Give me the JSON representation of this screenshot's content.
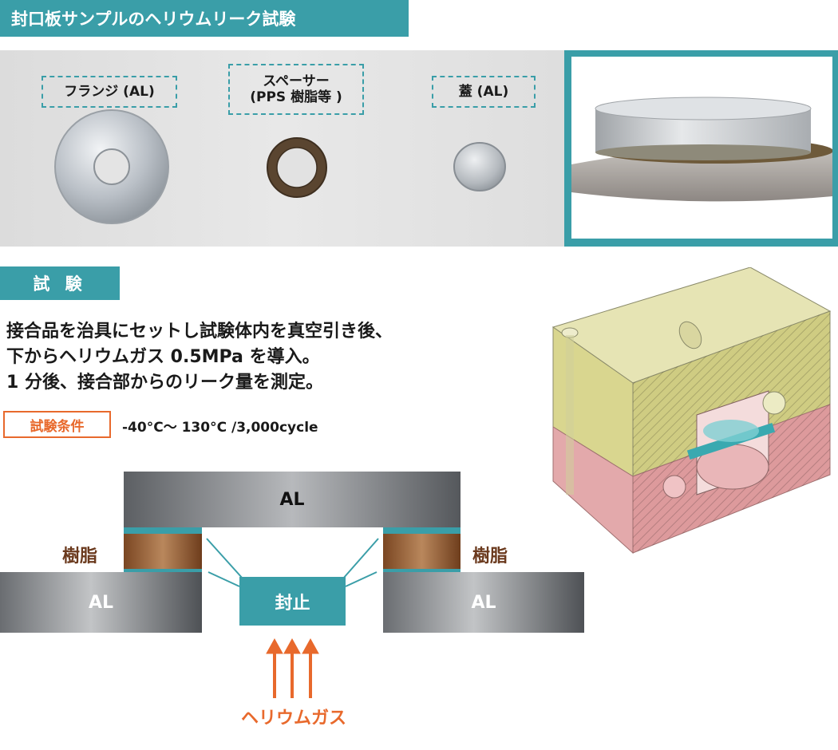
{
  "title": "封口板サンプルのヘリウムリーク試験",
  "parts": {
    "flange": "フランジ (AL)",
    "spacer_line1": "スペーサー",
    "spacer_line2": "(PPS 樹脂等 )",
    "lid": "蓋 (AL)"
  },
  "test_section": {
    "label": "試 験",
    "description": [
      "接合品を治具にセットし試験体内を真空引き後、",
      "下からヘリウムガス 0.5MPa を導入。",
      "1 分後、接合部からのリーク量を測定。"
    ],
    "condition_label": "試験条件",
    "condition_value": "-40°C〜 130°C /3,000cycle"
  },
  "diagram": {
    "top_block": "AL",
    "left_block": "AL",
    "right_block": "AL",
    "resin_left": "樹脂",
    "resin_right": "樹脂",
    "seal": "封止",
    "gas": "ヘリウムガス"
  },
  "colors": {
    "accent": "#3a9ea8",
    "warning": "#e8692c",
    "resin": "#8a5530"
  }
}
